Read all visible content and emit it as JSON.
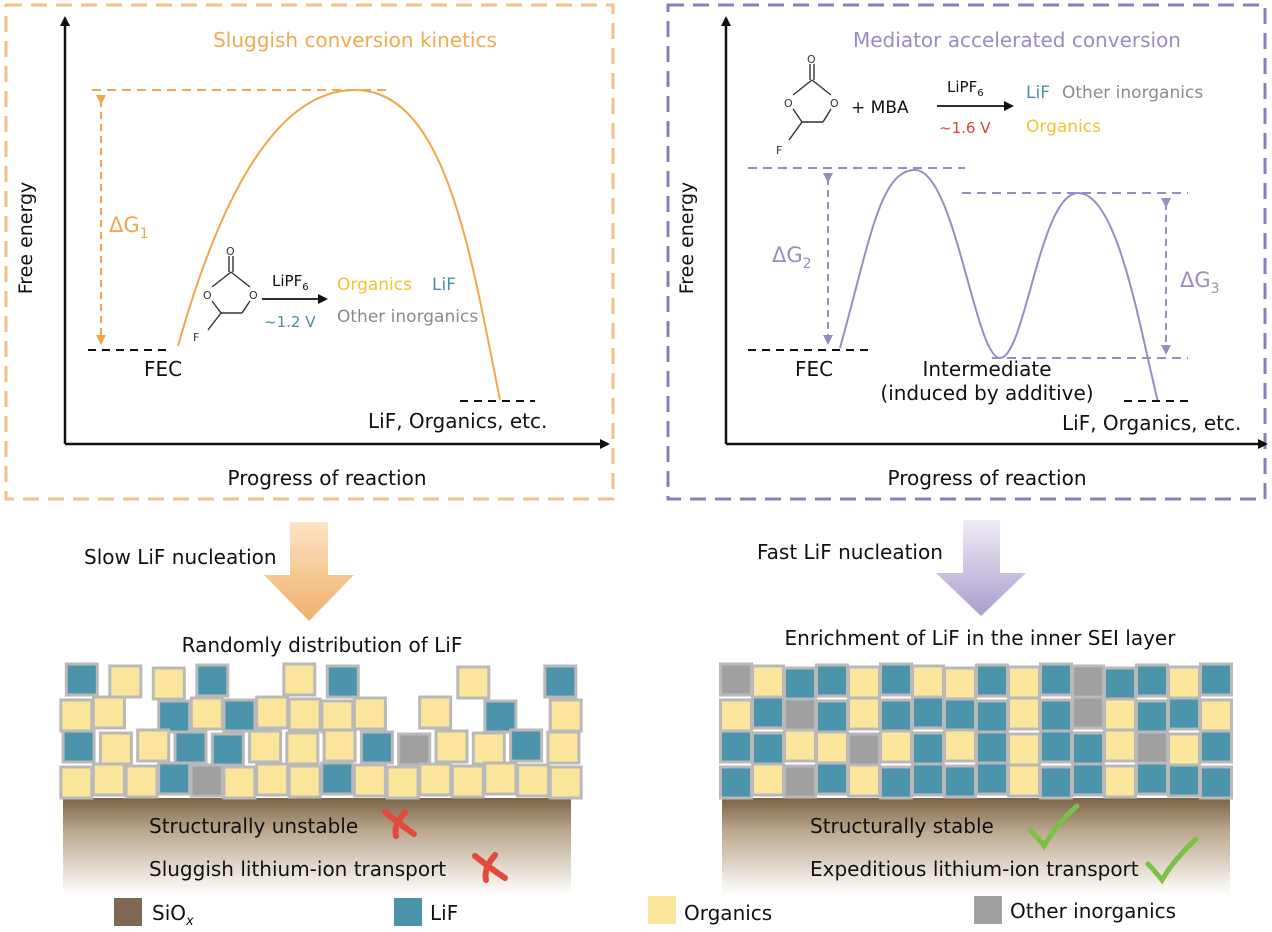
{
  "colors": {
    "orange": "#f0a64a",
    "orange_text": "#f2a94f",
    "purple": "#9b8ac4",
    "purple_box": "#8e7bbf",
    "lif": "#4b94ac",
    "organics": "#fbe59a",
    "inorganic": "#a0a0a0",
    "sio": "#7c6a52",
    "red": "#e24a3c",
    "green": "#7cc04a",
    "yellow_text": "#f2c230",
    "gray_text": "#8a8a8a",
    "teal_text": "#4a8fa8",
    "voltage_blue": "#4a8aa0",
    "voltage_red": "#d9432f"
  },
  "left": {
    "title": "Sluggish conversion kinetics",
    "y_label": "Free energy",
    "x_label": "Progress of reaction",
    "delta_label": "ΔG",
    "delta_sub": "1",
    "reactant": "FEC",
    "product": "LiF, Organics, etc.",
    "reagent": "LiPF",
    "reagent_sub": "6",
    "voltage": "~1.2 V",
    "out_organics": "Organics",
    "out_lif": "LiF",
    "out_other": "Other inorganics",
    "atom_o": "O",
    "atom_f": "F",
    "arrow_label": "Slow LiF nucleation",
    "sei_title": "Randomly distribution of LiF",
    "prop1": "Structurally unstable",
    "prop2": "Sluggish lithium-ion transport"
  },
  "right": {
    "title": "Mediator accelerated conversion",
    "y_label": "Free energy",
    "x_label": "Progress of reaction",
    "delta2_label": "ΔG",
    "delta2_sub": "2",
    "delta3_label": "ΔG",
    "delta3_sub": "3",
    "reactant": "FEC",
    "intermediate": "Intermediate",
    "intermediate_note": "(induced by additive)",
    "product": "LiF, Organics, etc.",
    "plus_mba": "+  MBA",
    "reagent": "LiPF",
    "reagent_sub": "6",
    "voltage": "~1.6 V",
    "out_lif": "LiF",
    "out_other": "Other inorganics",
    "out_organics": "Organics",
    "atom_o": "O",
    "atom_f": "F",
    "arrow_label": "Fast LiF nucleation",
    "sei_title": "Enrichment of LiF in the inner SEI layer",
    "prop1": "Structurally stable",
    "prop2": "Expeditious lithium-ion transport"
  },
  "legend": {
    "sio": "SiO",
    "sio_sub": "x",
    "lif": "LiF",
    "organics": "Organics",
    "other": "Other inorganics"
  },
  "sei_left": {
    "rows": [
      "LOOL_OL__O_L",
      "OO_LOLOOOO_O_L_O",
      "LOOLLOOOLIOOLO",
      "OOOLIOOOLOOOOOOO"
    ]
  },
  "sei_right": {
    "rows": [
      "IOLLOLOOLOLILLOL",
      "OLILOLLLLOLIOLLO",
      "LLOOIOLOLOLLOIOL",
      "LOILOLLLLOLLOLLL"
    ]
  }
}
